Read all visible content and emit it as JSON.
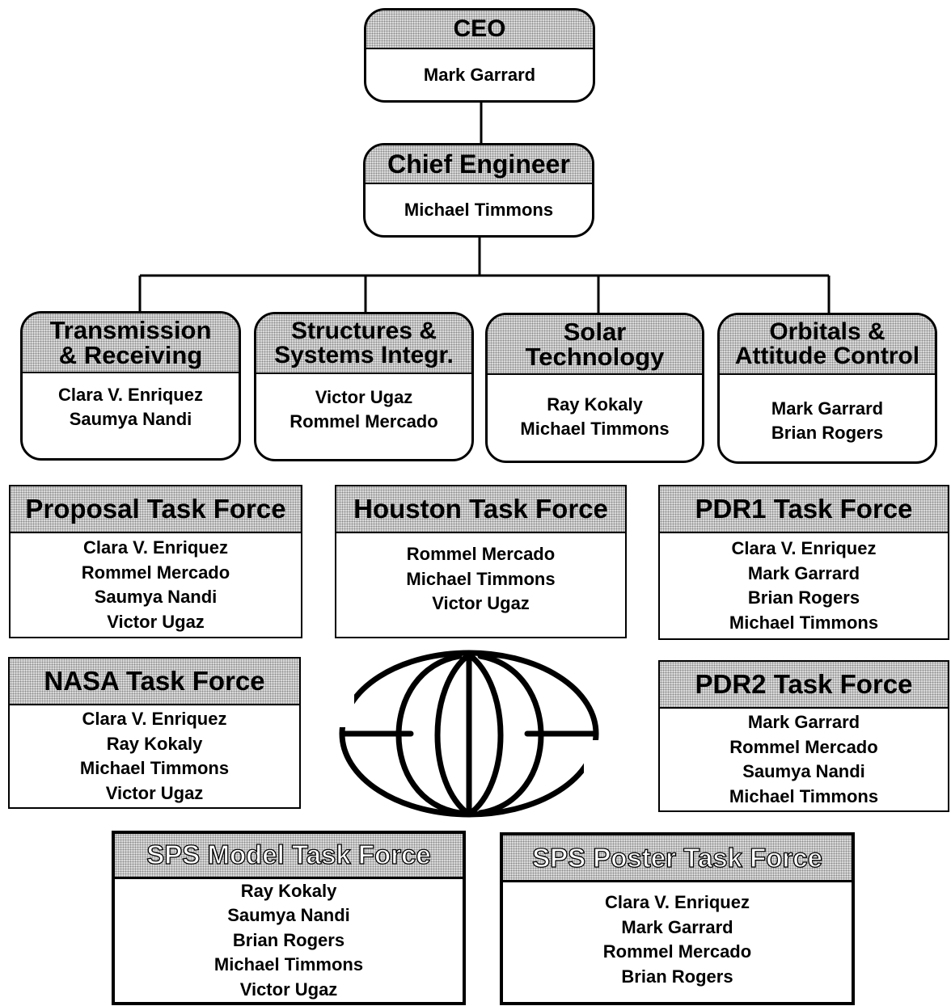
{
  "org": {
    "ceo": {
      "title": "CEO",
      "names": [
        "Mark Garrard"
      ]
    },
    "chief": {
      "title": "Chief Engineer",
      "names": [
        "Michael Timmons"
      ]
    },
    "divisions": [
      {
        "title_lines": [
          "Transmission",
          "& Receiving"
        ],
        "names": [
          "Clara V. Enriquez",
          "Saumya Nandi"
        ]
      },
      {
        "title_lines": [
          "Structures &",
          "Systems Integr."
        ],
        "names": [
          "Victor Ugaz",
          "Rommel Mercado"
        ]
      },
      {
        "title_lines": [
          "Solar",
          "Technology"
        ],
        "names": [
          "Ray Kokaly",
          "Michael Timmons"
        ]
      },
      {
        "title_lines": [
          "Orbitals &",
          "Attitude Control"
        ],
        "names": [
          "Mark Garrard",
          "Brian Rogers"
        ]
      }
    ]
  },
  "task_forces": {
    "proposal": {
      "title": "Proposal Task Force",
      "names": [
        "Clara V. Enriquez",
        "Rommel Mercado",
        "Saumya Nandi",
        "Victor Ugaz"
      ]
    },
    "houston": {
      "title": "Houston Task Force",
      "names": [
        "Rommel Mercado",
        "Michael Timmons",
        "Victor Ugaz"
      ]
    },
    "pdr1": {
      "title": "PDR1 Task Force",
      "names": [
        "Clara V. Enriquez",
        "Mark Garrard",
        "Brian Rogers",
        "Michael Timmons"
      ]
    },
    "nasa": {
      "title": "NASA Task Force",
      "names": [
        "Clara V. Enriquez",
        "Ray Kokaly",
        "Michael Timmons",
        "Victor Ugaz"
      ]
    },
    "pdr2": {
      "title": "PDR2 Task Force",
      "names": [
        "Mark Garrard",
        "Rommel Mercado",
        "Saumya Nandi",
        "Michael Timmons"
      ]
    },
    "sps_model": {
      "title": "SPS Model Task Force",
      "names": [
        "Ray Kokaly",
        "Saumya Nandi",
        "Brian Rogers",
        "Michael Timmons",
        "Victor Ugaz"
      ]
    },
    "sps_poster": {
      "title": "SPS Poster Task Force",
      "names": [
        "Clara V. Enriquez",
        "Mark Garrard",
        "Rommel Mercado",
        "Brian Rogers"
      ]
    }
  },
  "logo": {
    "icon": "globe-logo-icon"
  }
}
